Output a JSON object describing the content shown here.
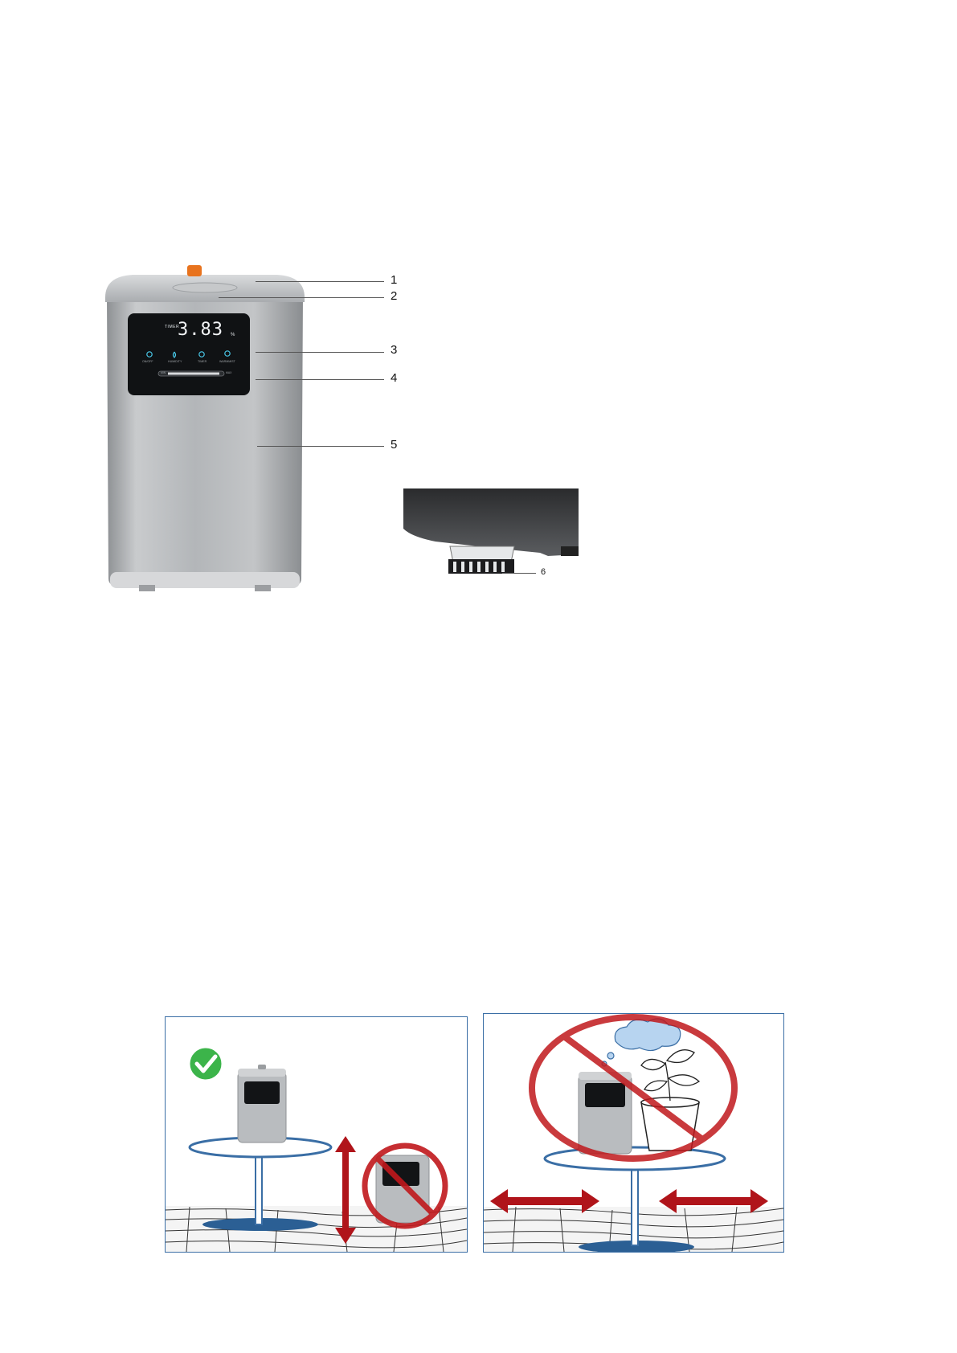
{
  "device_display": {
    "timer_label": "TIMER",
    "reading": "3.83",
    "unit": "%",
    "buttons": [
      "ON/OFF",
      "HUMIDITY",
      "TIMER",
      "WARMMIST"
    ],
    "slider_min": "MIN",
    "slider_max": "MAX"
  },
  "callouts": [
    {
      "number": "1",
      "part": "top-cover"
    },
    {
      "number": "2",
      "part": "water-fill-cap"
    },
    {
      "number": "3",
      "part": "display"
    },
    {
      "number": "4",
      "part": "touch-control-panel"
    },
    {
      "number": "5",
      "part": "housing-water-tank"
    },
    {
      "number": "6",
      "part": "filter-cartridge"
    }
  ],
  "placement_panels": {
    "left": {
      "status": "correct",
      "icons": [
        "check-icon",
        "prohibited-icon",
        "vertical-arrow-icon"
      ]
    },
    "right": {
      "status": "incorrect",
      "icons": [
        "prohibited-icon",
        "horizontal-arrow-icon"
      ]
    }
  },
  "colors": {
    "panel_border": "#3a6ea5",
    "prohibit_red": "#c0181c",
    "check_green": "#3cb44a",
    "arrow_red": "#b0141a",
    "accent_orange": "#e8731e"
  }
}
